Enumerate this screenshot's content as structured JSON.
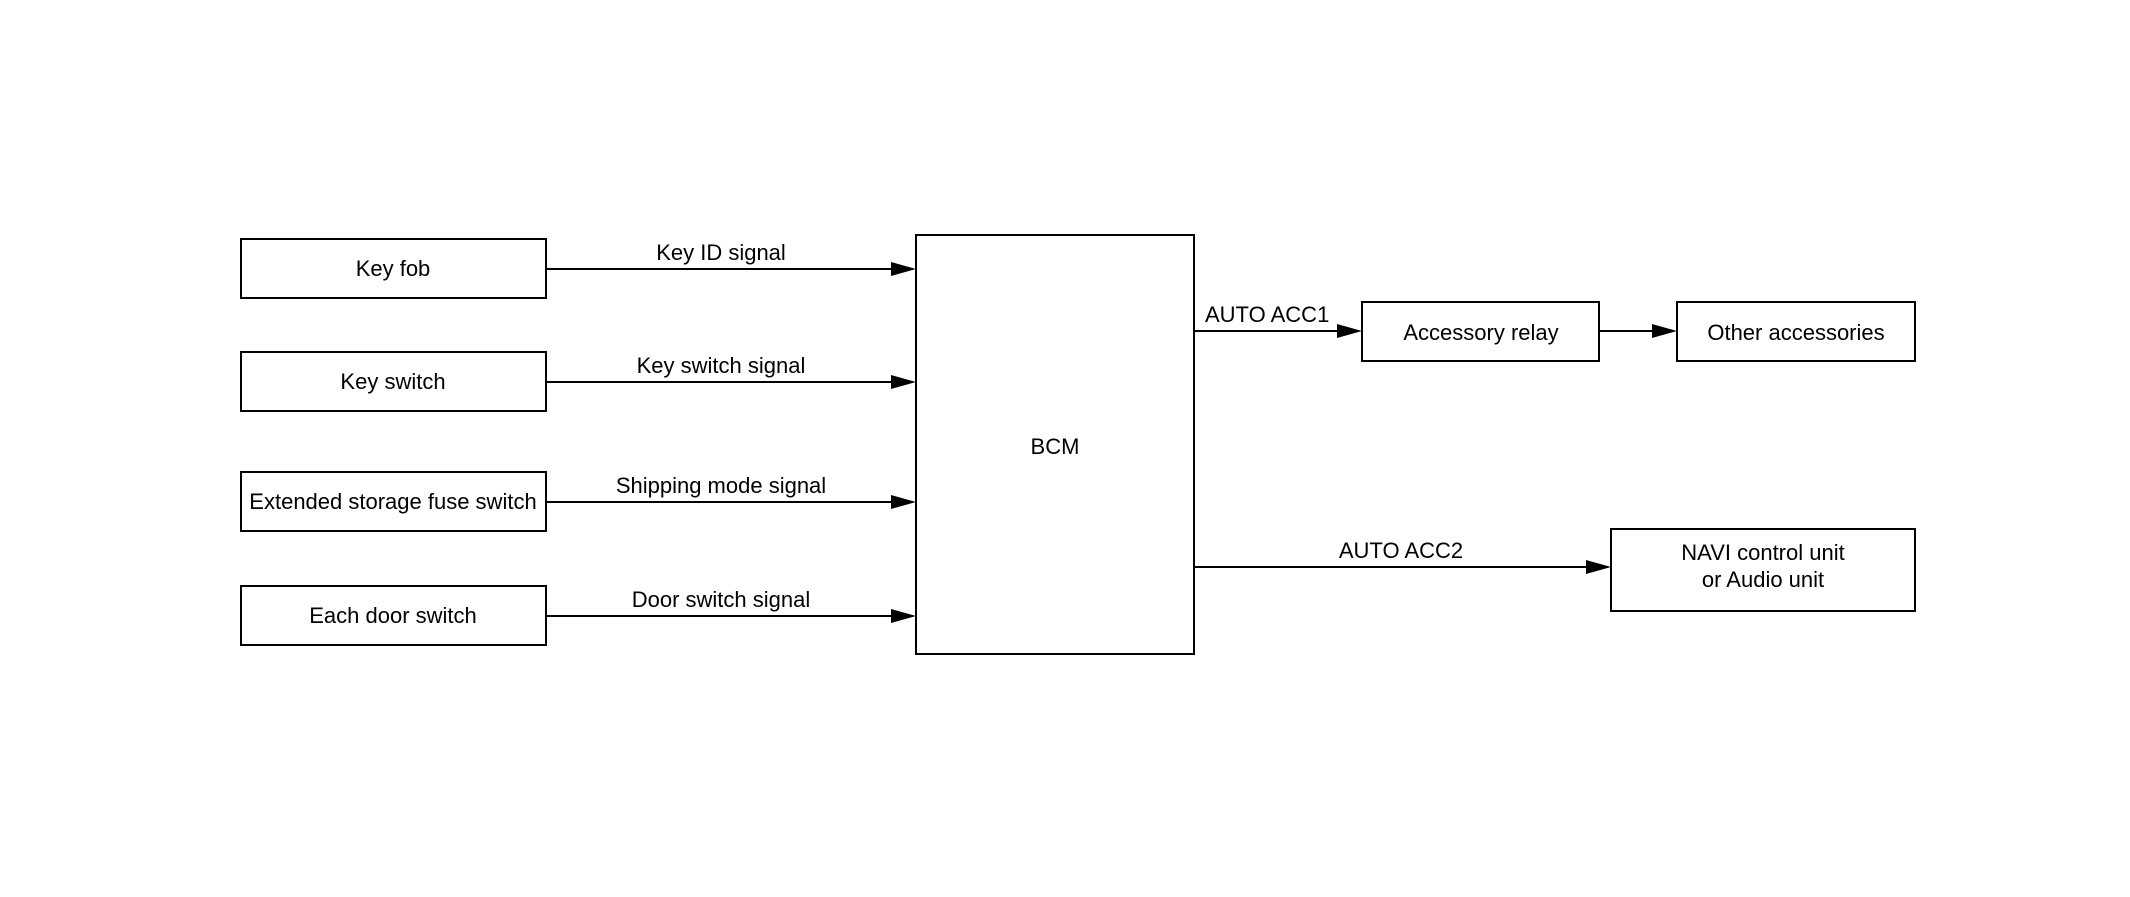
{
  "inputs": {
    "key_fob": "Key fob",
    "key_switch": "Key switch",
    "fuse_switch": "Extended storage fuse switch",
    "door_switch": "Each door switch"
  },
  "signals": {
    "key_id": "Key ID signal",
    "key_switch": "Key switch signal",
    "shipping_mode": "Shipping mode signal",
    "door_switch": "Door switch signal",
    "auto_acc1": "AUTO ACC1",
    "auto_acc2": "AUTO ACC2"
  },
  "bcm": {
    "label": "BCM"
  },
  "outputs": {
    "accessory_relay": "Accessory relay",
    "other_accessories": "Other accessories",
    "navi_line1": "NAVI control unit",
    "navi_line2": "or Audio unit"
  },
  "colors": {
    "line": "#000000",
    "background": "#ffffff"
  }
}
